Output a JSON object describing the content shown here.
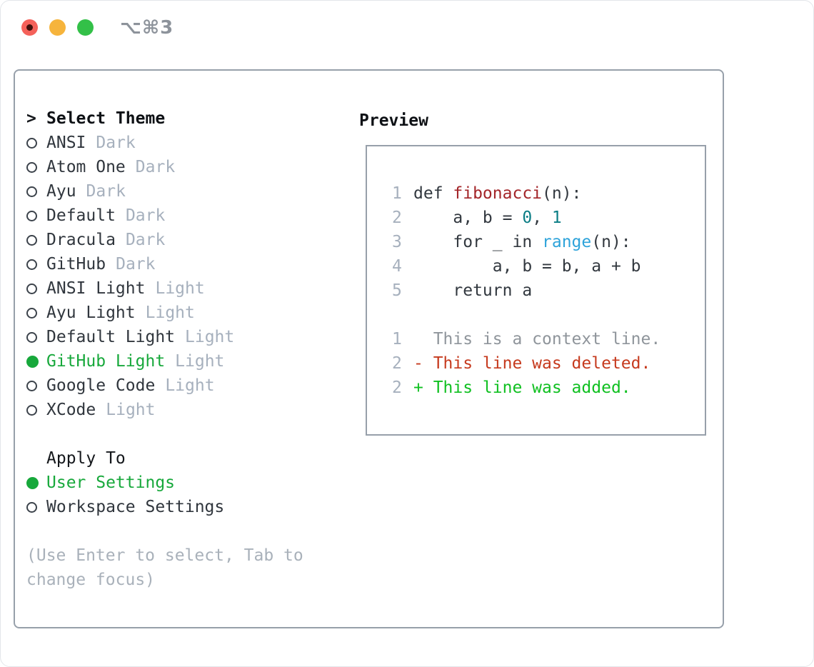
{
  "window": {
    "title": "⌥⌘3"
  },
  "theme_picker": {
    "prompt": ">",
    "header": "Select Theme",
    "themes": [
      {
        "name": "ANSI",
        "variant": "Dark",
        "selected": false
      },
      {
        "name": "Atom One",
        "variant": "Dark",
        "selected": false
      },
      {
        "name": "Ayu",
        "variant": "Dark",
        "selected": false
      },
      {
        "name": "Default",
        "variant": "Dark",
        "selected": false
      },
      {
        "name": "Dracula",
        "variant": "Dark",
        "selected": false
      },
      {
        "name": "GitHub",
        "variant": "Dark",
        "selected": false
      },
      {
        "name": "ANSI Light",
        "variant": "Light",
        "selected": false
      },
      {
        "name": "Ayu Light",
        "variant": "Light",
        "selected": false
      },
      {
        "name": "Default Light",
        "variant": "Light",
        "selected": false
      },
      {
        "name": "GitHub Light",
        "variant": "Light",
        "selected": true
      },
      {
        "name": "Google Code",
        "variant": "Light",
        "selected": false
      },
      {
        "name": "XCode",
        "variant": "Light",
        "selected": false
      }
    ],
    "apply_to": {
      "label": "Apply To",
      "options": [
        {
          "name": "User Settings",
          "selected": true
        },
        {
          "name": "Workspace Settings",
          "selected": false
        }
      ]
    },
    "hint_lines": [
      "(Use Enter to select, Tab to",
      "change focus)"
    ]
  },
  "preview": {
    "label": "Preview",
    "code_lines": [
      {
        "num": "1",
        "segments": [
          {
            "text": "def ",
            "style": "keyword"
          },
          {
            "text": "fibonacci",
            "style": "function"
          },
          {
            "text": "(n):",
            "style": "code"
          }
        ]
      },
      {
        "num": "2",
        "segments": [
          {
            "text": "    a, b = ",
            "style": "code"
          },
          {
            "text": "0",
            "style": "number"
          },
          {
            "text": ", ",
            "style": "code"
          },
          {
            "text": "1",
            "style": "number"
          }
        ]
      },
      {
        "num": "3",
        "segments": [
          {
            "text": "    for _ in ",
            "style": "code"
          },
          {
            "text": "range",
            "style": "builtin"
          },
          {
            "text": "(n):",
            "style": "code"
          }
        ]
      },
      {
        "num": "4",
        "segments": [
          {
            "text": "        a, b = b, a + b",
            "style": "code"
          }
        ]
      },
      {
        "num": "5",
        "segments": [
          {
            "text": "    return a",
            "style": "code"
          }
        ]
      },
      {
        "num": "",
        "segments": []
      },
      {
        "num": "1",
        "segments": [
          {
            "text": "  This is a context line.",
            "style": "context"
          }
        ]
      },
      {
        "num": "2",
        "segments": [
          {
            "text": "- This line was deleted.",
            "style": "deleted"
          }
        ]
      },
      {
        "num": "2",
        "segments": [
          {
            "text": "+ This line was added.",
            "style": "added"
          }
        ]
      }
    ]
  },
  "colors": {
    "accent-green": "#17a83b",
    "added-green": "#10c021",
    "deleted-red": "#c63a1e",
    "function-red": "#a32529",
    "number-teal": "#0b7d85",
    "builtin-blue": "#2ea3da",
    "text-dark": "#30363d",
    "code-dark": "#32383f",
    "muted": "#a6b0bd",
    "hint": "#a9b1ba",
    "context-gray": "#8f959b",
    "border": "#97a0aa",
    "traffic-red": "#f4615a",
    "traffic-yellow": "#f6b43c",
    "traffic-green": "#33c048",
    "title-gray": "#8d939b"
  }
}
